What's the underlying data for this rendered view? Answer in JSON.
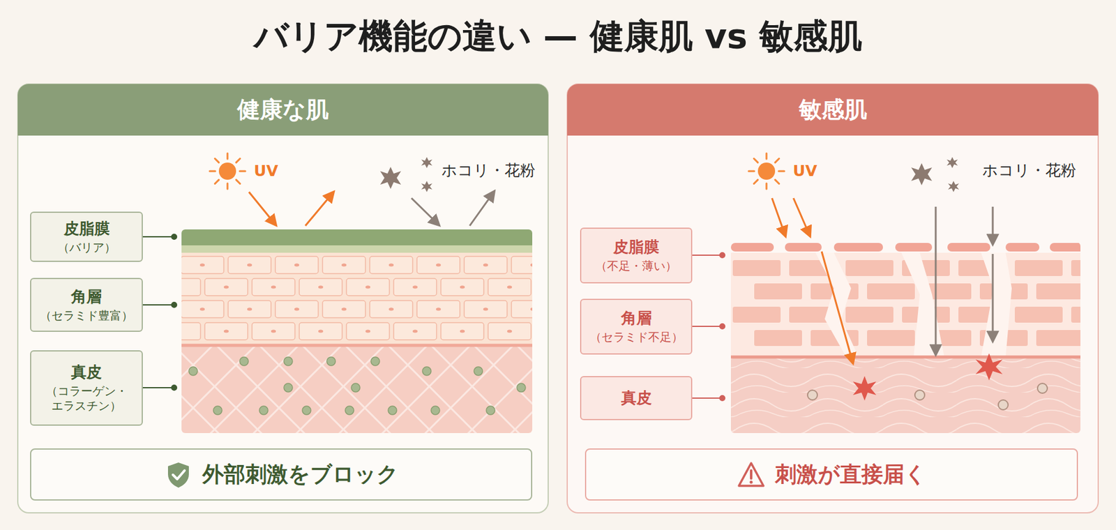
{
  "diagram": {
    "title": "バリア機能の違い — 健康肌 vs 敏感肌",
    "nodes": [
      {
        "text": [
          "健康な肌"
        ]
      },
      {
        "text": [
          "皮脂膜",
          "（バリア）"
        ],
        "in": 0
      },
      {
        "text": [
          "角層",
          "（セラミド豊富）"
        ],
        "in": 0
      },
      {
        "text": [
          "真皮",
          "（コラーゲン・ エラスチン）"
        ],
        "in": 0
      },
      {
        "text": [
          "外部刺激をブロック"
        ],
        "in": 0
      },
      {
        "text": [
          "敏感肌"
        ]
      },
      {
        "text": [
          "皮脂膜",
          "（不足・薄い）"
        ],
        "in": 5
      },
      {
        "text": [
          "角層",
          "（セラミド不足）"
        ],
        "in": 5
      },
      {
        "text": [
          "真皮"
        ],
        "in": 5
      },
      {
        "text": [
          "刺激が直接届く"
        ],
        "in": 5
      }
    ],
    "labels": [
      "UV",
      "ホコリ・花粉",
      "UV",
      "ホコリ・花粉"
    ]
  }
}
